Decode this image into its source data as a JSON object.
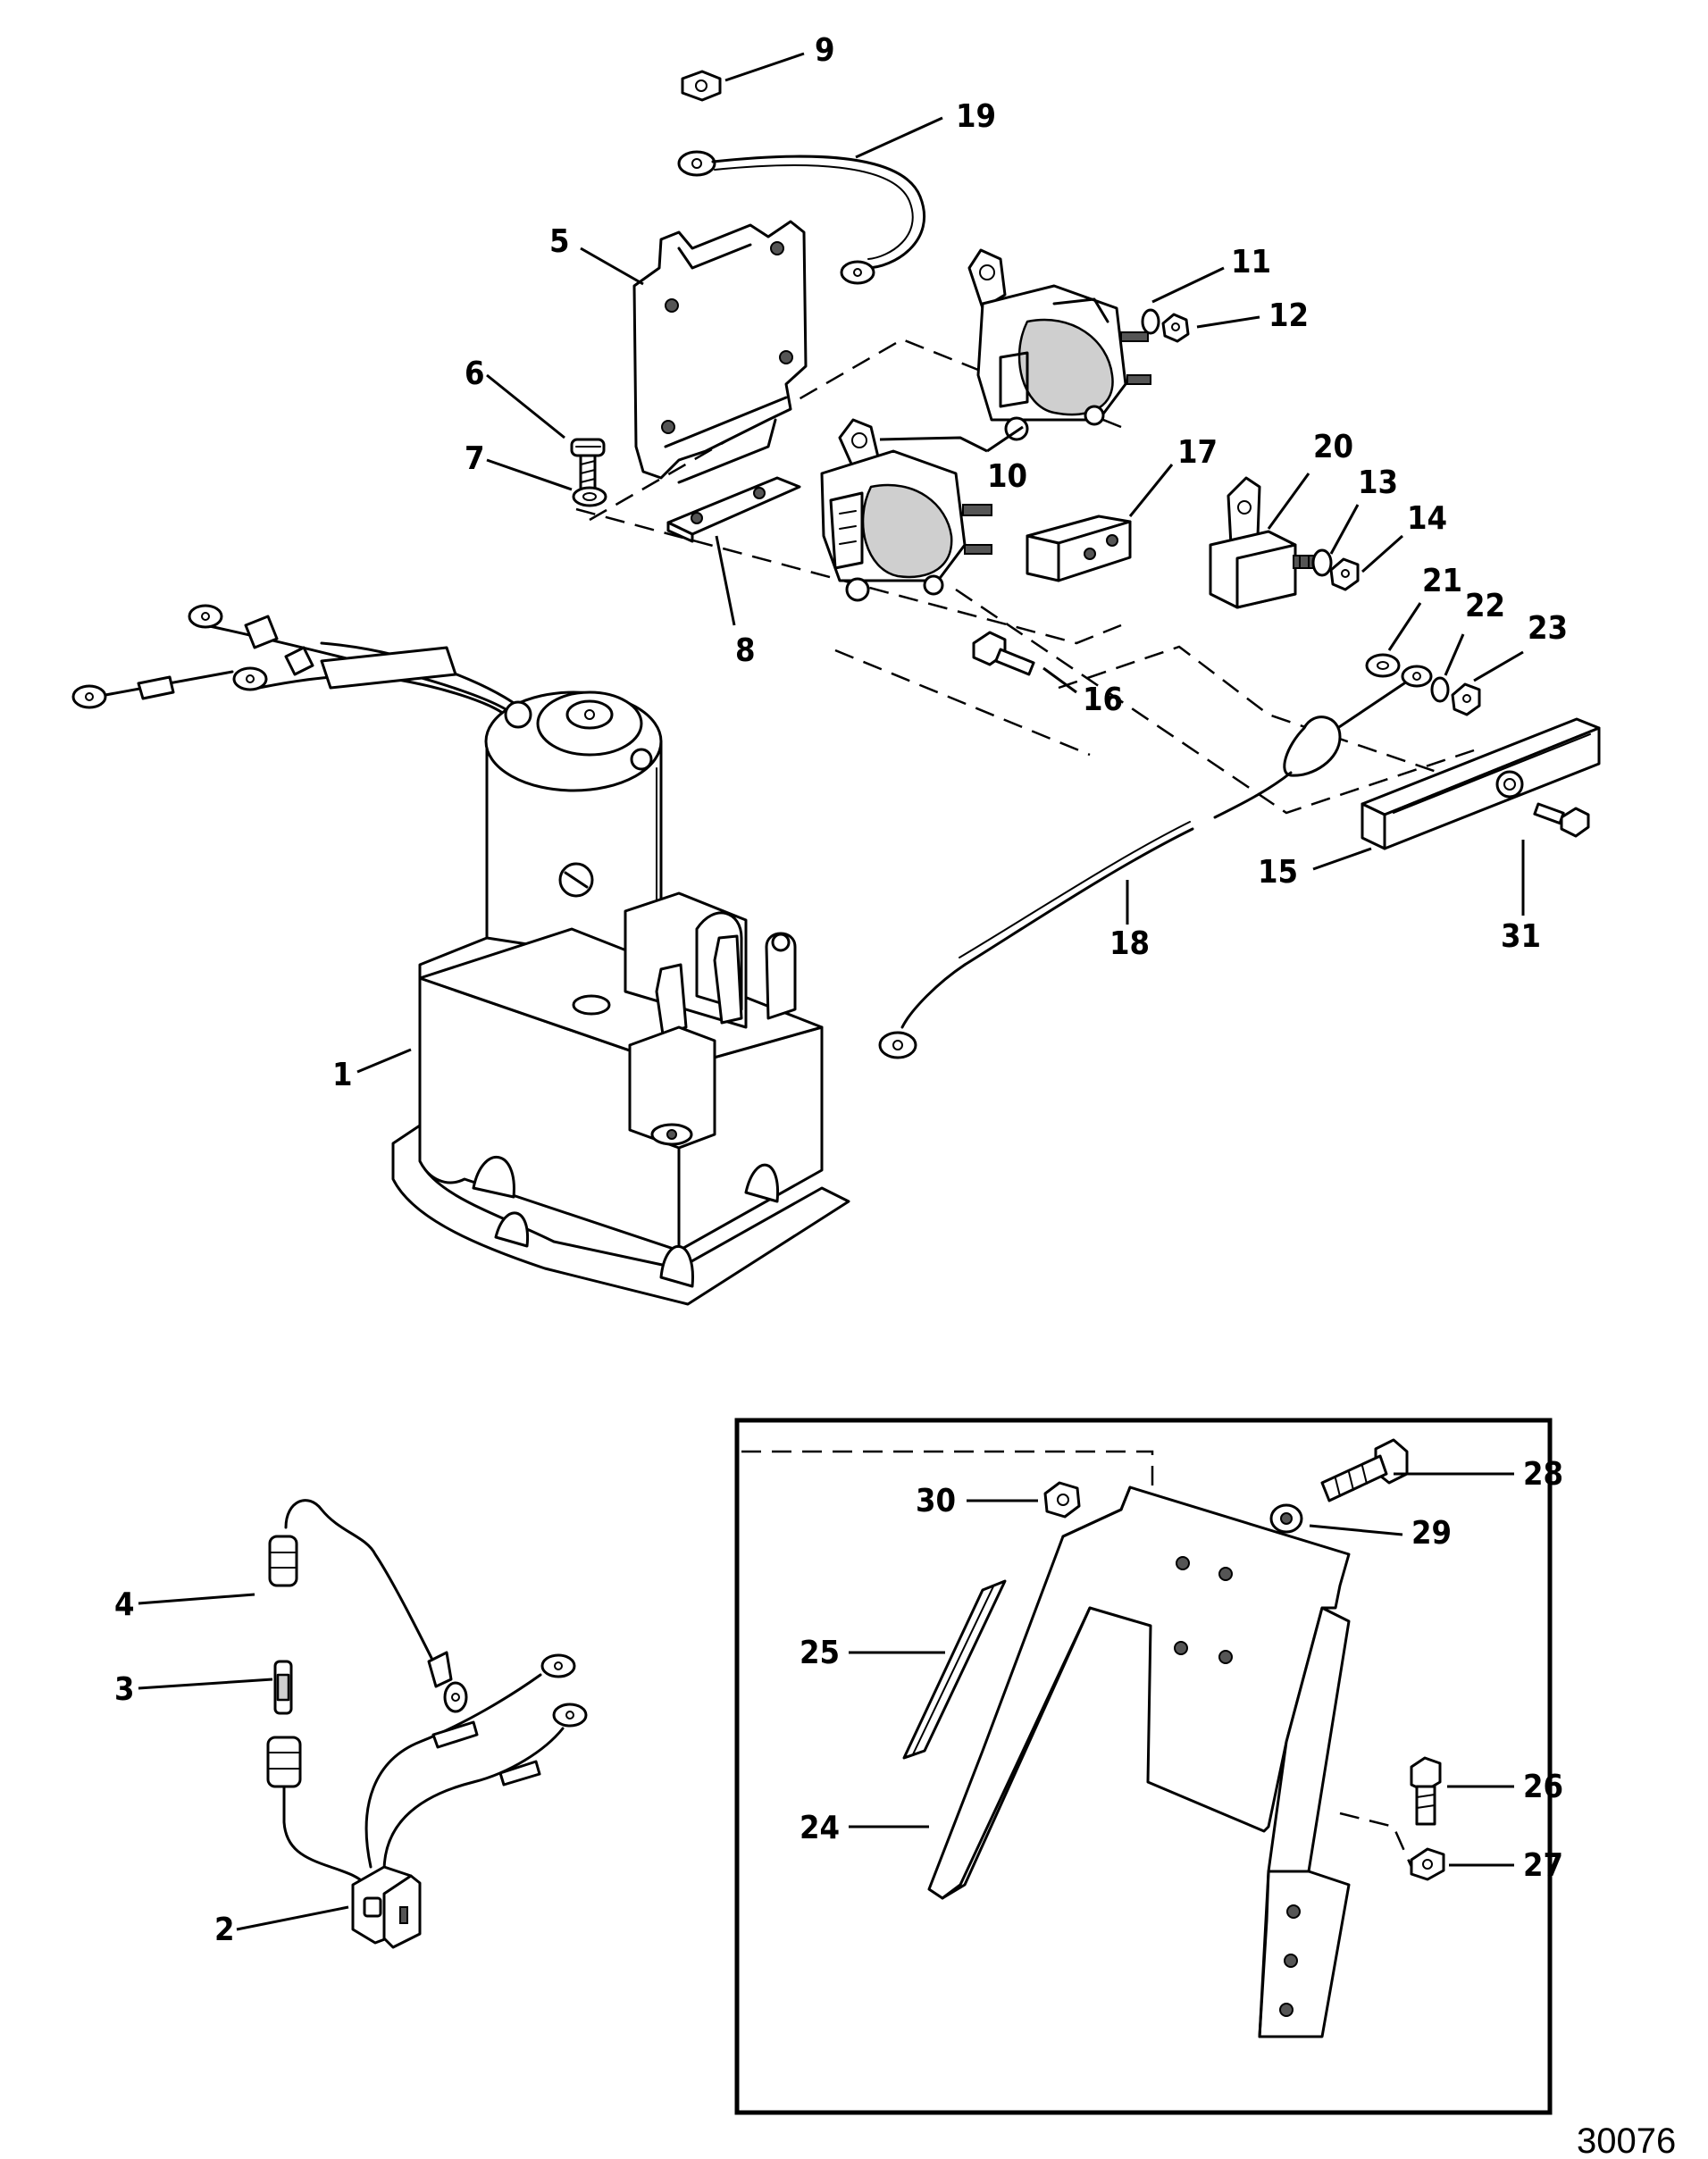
{
  "figure_number": "30076",
  "callouts": [
    "1",
    "2",
    "3",
    "4",
    "5",
    "6",
    "7",
    "8",
    "9",
    "10",
    "11",
    "12",
    "13",
    "14",
    "15",
    "16",
    "17",
    "18",
    "19",
    "20",
    "21",
    "22",
    "23",
    "24",
    "25",
    "26",
    "27",
    "28",
    "29",
    "30",
    "31"
  ]
}
